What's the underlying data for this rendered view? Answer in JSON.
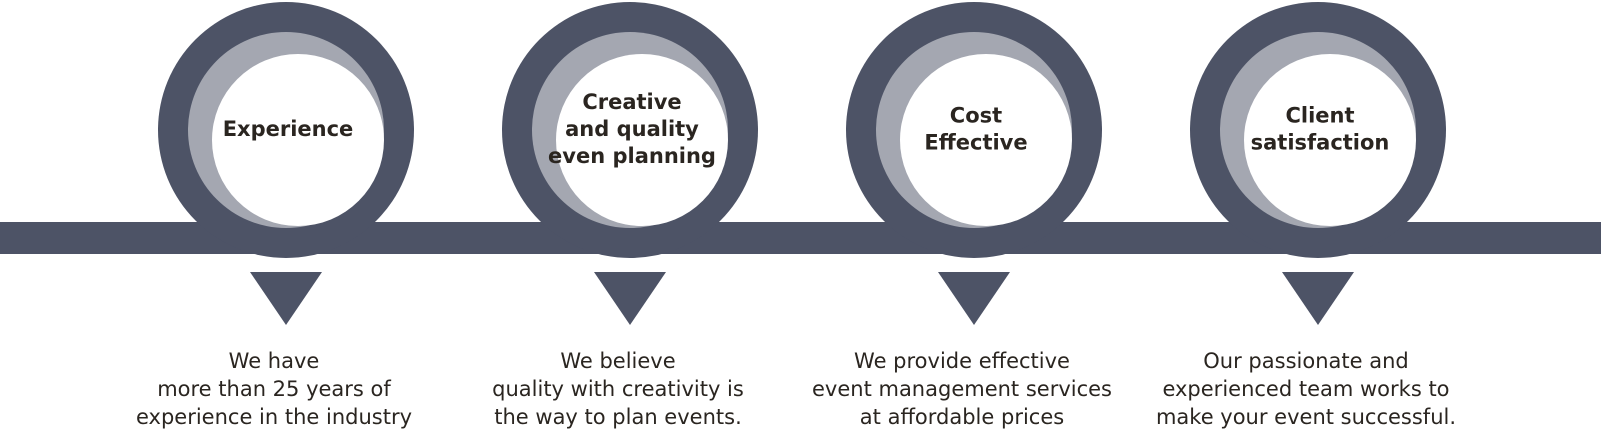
{
  "colors": {
    "band": "#4d5366",
    "ring": "#4d5366",
    "crescent": "#a4a7b1",
    "background": "#ffffff",
    "text": "#2a2520"
  },
  "steps": [
    {
      "title_lines": [
        "Experience"
      ],
      "description_lines": [
        "We have",
        "more than 25 years of",
        "experience in the industry"
      ]
    },
    {
      "title_lines": [
        "Creative",
        "and quality",
        "even planning"
      ],
      "description_lines": [
        "We believe",
        "quality with creativity is",
        "the way to plan events."
      ]
    },
    {
      "title_lines": [
        "Cost",
        "Effective"
      ],
      "description_lines": [
        "We  provide effective",
        "event management services",
        "at affordable prices"
      ]
    },
    {
      "title_lines": [
        "Client",
        "satisfaction"
      ],
      "description_lines": [
        "Our passionate and",
        "experienced team works to",
        "make your event successful."
      ]
    }
  ]
}
